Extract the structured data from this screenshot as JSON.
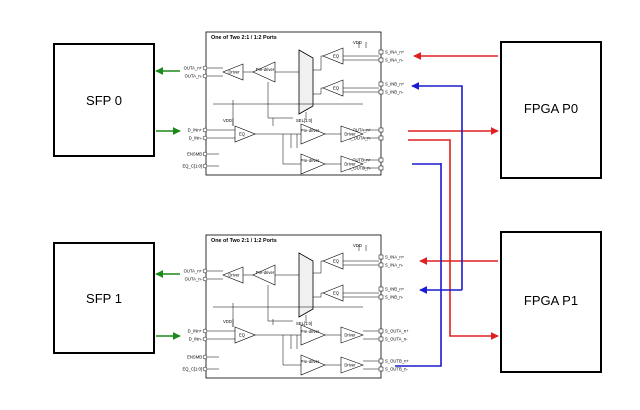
{
  "blocks": {
    "sfp0": "SFP 0",
    "sfp1": "SFP 1",
    "fpga0": "FPGA P0",
    "fpga1": "FPGA P1"
  },
  "chip_top": {
    "title": "One of Two 2:1 / 1:2 Ports",
    "pins_left": [
      "OUTA_n+",
      "OUTA_n-",
      "D_INn+",
      "D_INn-",
      "ENSMB",
      "EQ_C[1:0]"
    ],
    "pins_right": [
      "S_INA_n+",
      "S_INA_n-",
      "S_INB_n+",
      "S_INB_n-",
      "S_OUTA_n+",
      "S_OUTA_n-",
      "S_OUTB_n+",
      "S_OUTB_n-"
    ],
    "blocks": [
      "Driver",
      "Pre-driver",
      "EQ",
      "EQ",
      "EQ",
      "Pre-driver",
      "Driver",
      "Pre-driver",
      "Driver"
    ],
    "sel": "SEL[1:0]",
    "vdd": "VDD"
  },
  "chip_bottom": {
    "title": "One of Two 2:1 / 1:2 Ports",
    "pins_left": [
      "OUTA_n+",
      "OUTA_n-",
      "D_INn+",
      "D_INn-",
      "ENSMB",
      "EQ_C[1:0]"
    ],
    "pins_right": [
      "S_INA_n+",
      "S_INA_n-",
      "S_INB_n+",
      "S_INB_n-",
      "S_OUTA_n+",
      "S_OUTA_n-",
      "S_OUTB_n+",
      "S_OUTB_n-"
    ],
    "blocks": [
      "Driver",
      "Pre-driver",
      "EQ",
      "EQ",
      "EQ",
      "Pre-driver",
      "Driver",
      "Pre-driver",
      "Driver"
    ],
    "sel": "SEL[1:0]",
    "vdd": "VDD"
  },
  "colors": {
    "red": "#e02020",
    "blue": "#1a1ad0",
    "green": "#1a8a1a"
  }
}
